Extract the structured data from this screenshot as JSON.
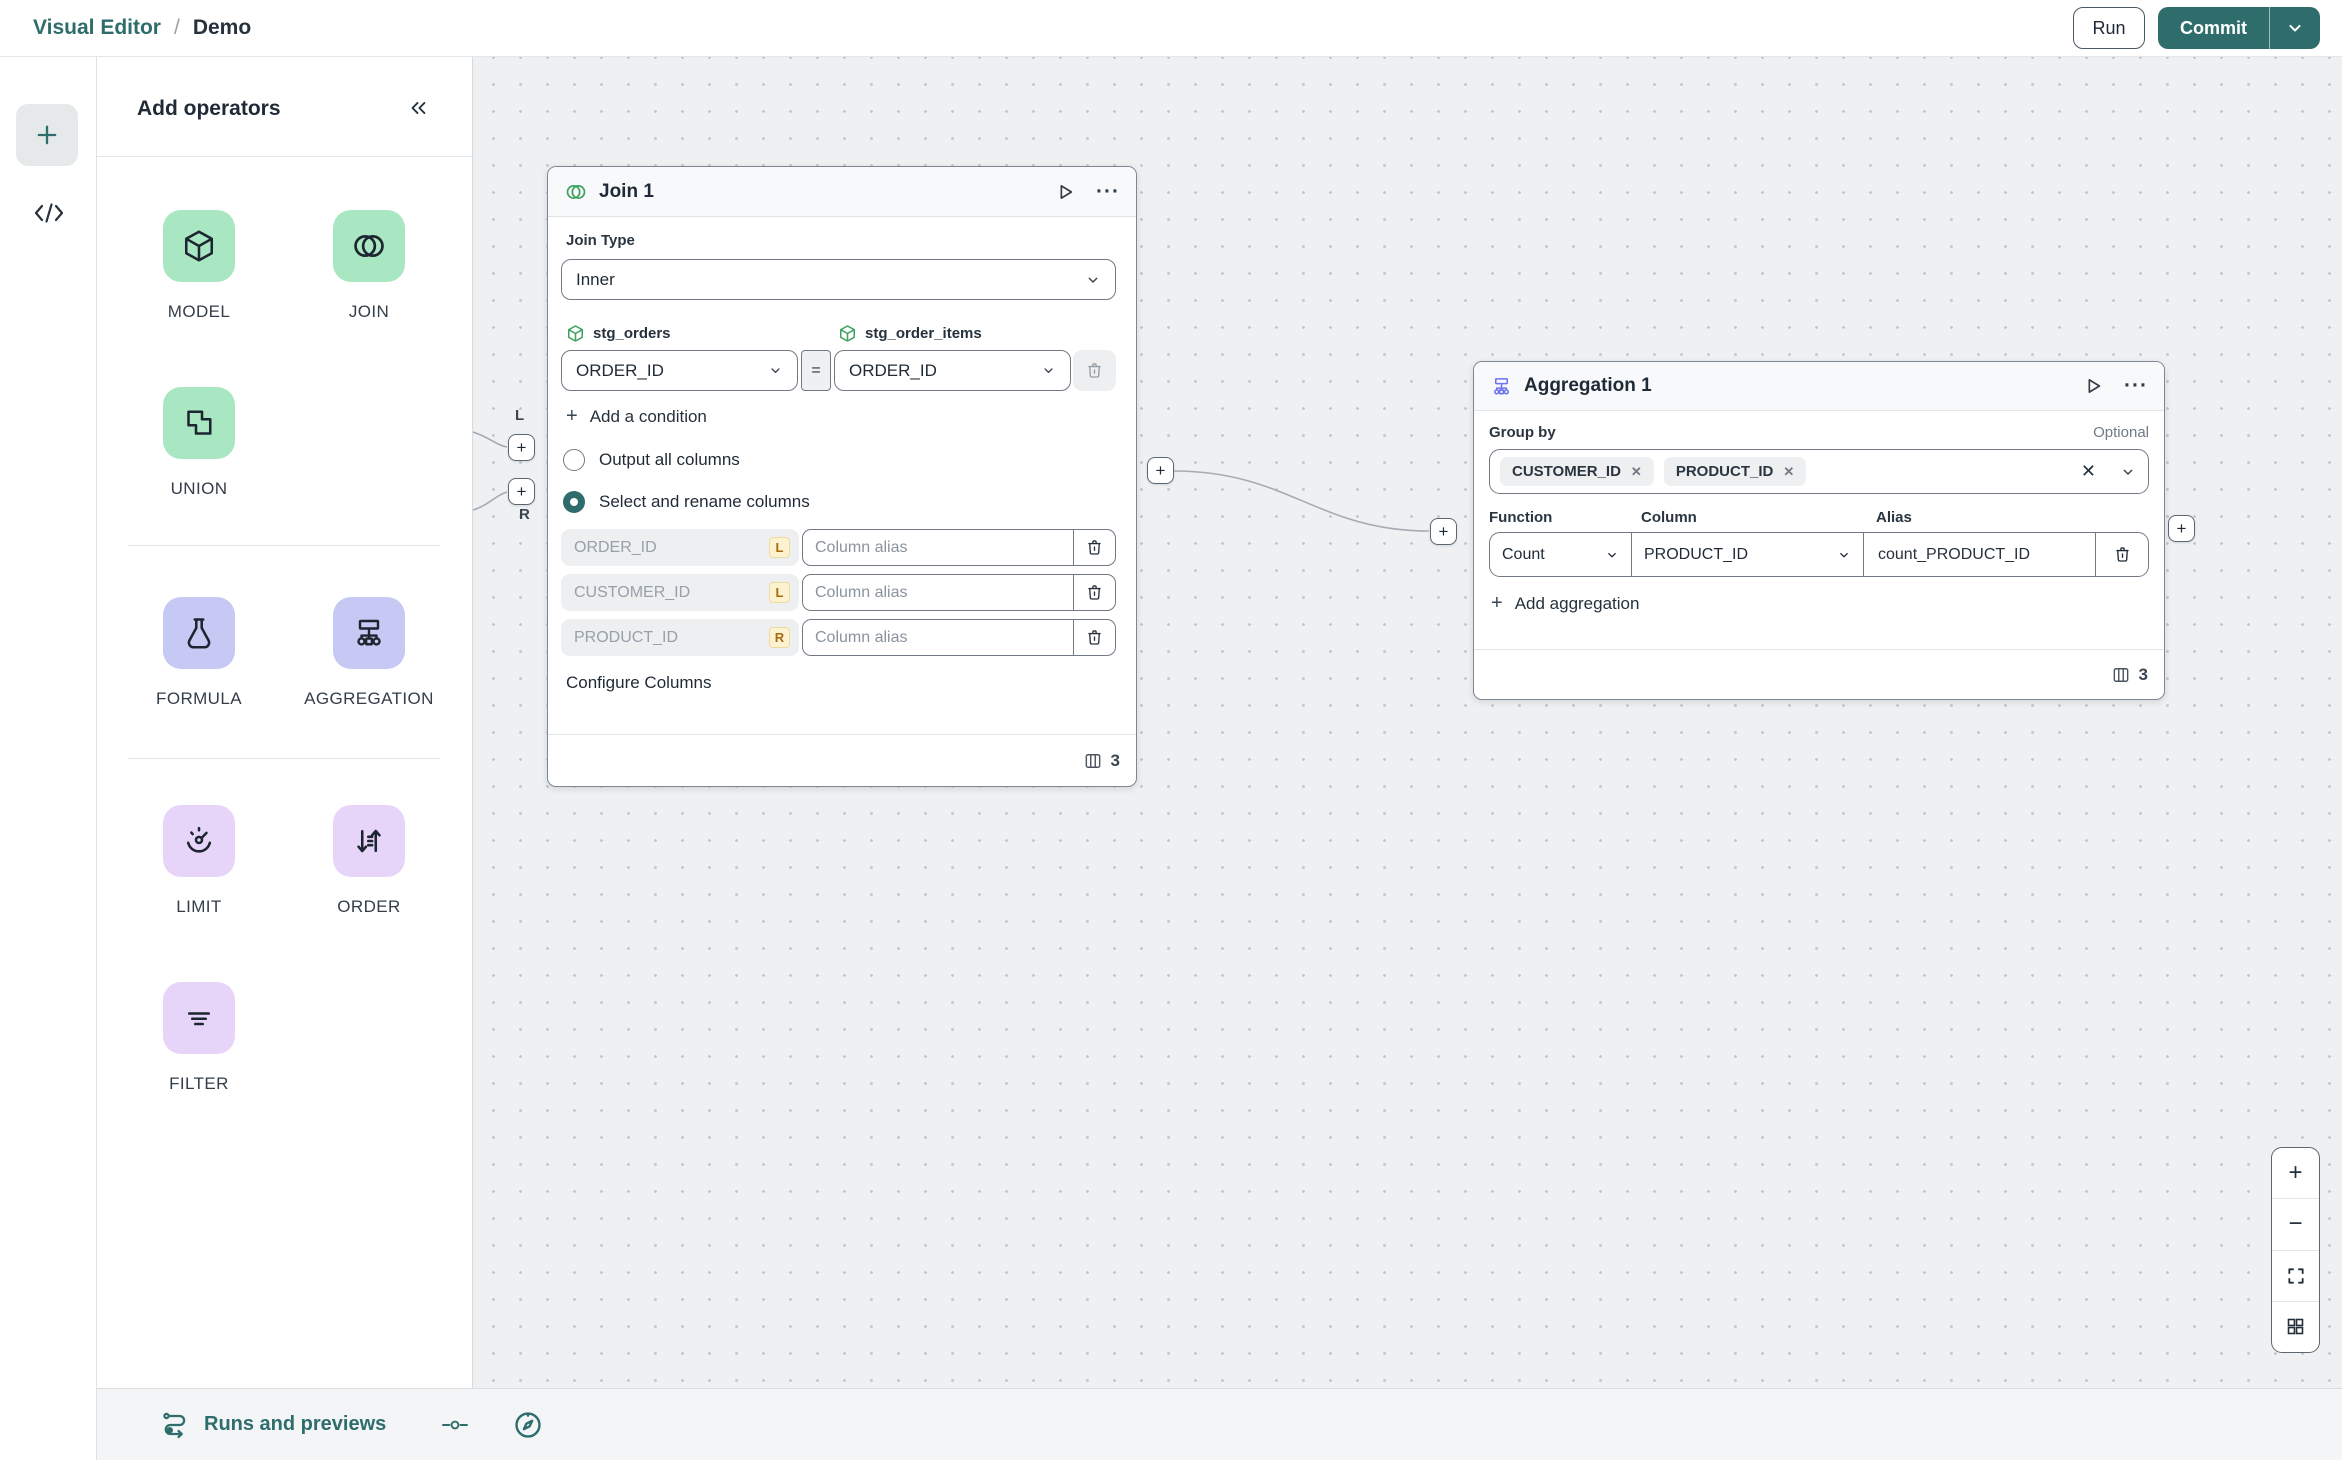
{
  "theme": {
    "teal": "#2e6d6c",
    "tile_green": "#a9e7c3",
    "tile_lavender": "#c5c9f4",
    "tile_purple": "#e7d5f9",
    "green_icon": "#3fa15f",
    "agg_icon": "#6d72f0"
  },
  "header": {
    "breadcrumb": {
      "app": "Visual Editor",
      "separator": "/",
      "page": "Demo"
    },
    "run_label": "Run",
    "commit_label": "Commit"
  },
  "operators_panel": {
    "title": "Add operators",
    "groups": [
      {
        "items": [
          {
            "label": "MODEL"
          },
          {
            "label": "JOIN"
          },
          {
            "label": "UNION"
          }
        ]
      },
      {
        "items": [
          {
            "label": "FORMULA"
          },
          {
            "label": "AGGREGATION"
          }
        ]
      },
      {
        "items": [
          {
            "label": "LIMIT"
          },
          {
            "label": "ORDER"
          },
          {
            "label": "FILTER"
          }
        ]
      }
    ]
  },
  "join_node": {
    "title": "Join 1",
    "join_type_label": "Join Type",
    "join_type_value": "Inner",
    "left_table": "stg_orders",
    "right_table": "stg_order_items",
    "condition": {
      "left": "ORDER_ID",
      "operator": "=",
      "right": "ORDER_ID"
    },
    "add_condition_label": "Add a condition",
    "output_options": [
      {
        "label": "Output all columns"
      },
      {
        "label": "Select and rename columns"
      }
    ],
    "columns": [
      {
        "name": "ORDER_ID",
        "side": "L"
      },
      {
        "name": "CUSTOMER_ID",
        "side": "L"
      },
      {
        "name": "PRODUCT_ID",
        "side": "R"
      }
    ],
    "alias_placeholder": "Column alias",
    "configure_label": "Configure Columns",
    "column_count": "3"
  },
  "aggregation_node": {
    "title": "Aggregation 1",
    "group_by_label": "Group by",
    "optional_label": "Optional",
    "group_by_tags": [
      {
        "name": "CUSTOMER_ID"
      },
      {
        "name": "PRODUCT_ID"
      }
    ],
    "headers": {
      "function": "Function",
      "column": "Column",
      "alias": "Alias"
    },
    "aggregations": [
      {
        "function": "Count",
        "column": "PRODUCT_ID",
        "alias": "count_PRODUCT_ID"
      }
    ],
    "add_aggregation_label": "Add aggregation",
    "column_count": "3"
  },
  "ports": {
    "left_label": "L",
    "right_label": "R",
    "plus": "+"
  },
  "glyphs": {
    "remove_tag": "✕",
    "clear": "✕",
    "ellipsis": "···",
    "equals": "=",
    "plus": "+",
    "add_plus": "+",
    "zoom_in": "+",
    "zoom_out": "−"
  },
  "bottom_bar": {
    "runs_label": "Runs and previews"
  }
}
